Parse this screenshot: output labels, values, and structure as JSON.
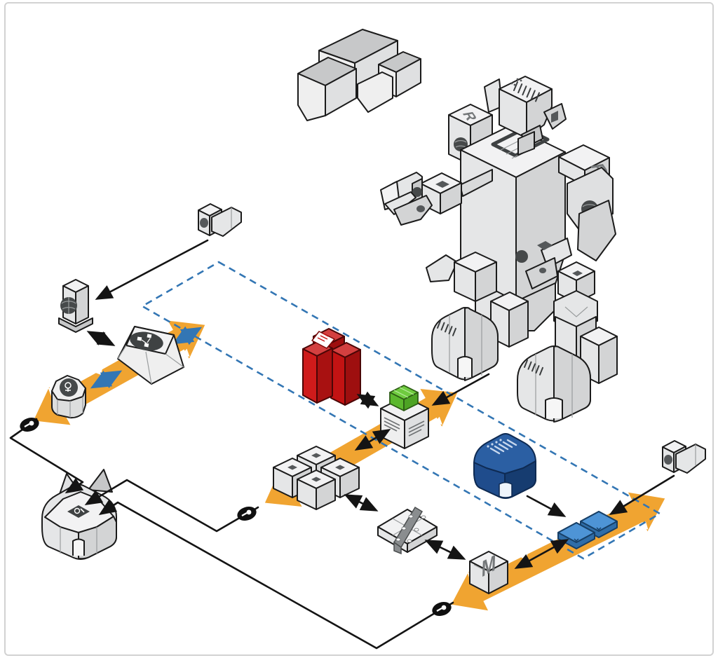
{
  "meta": {
    "type": "isometric-architecture-diagram",
    "background": "#ffffff"
  },
  "labels": {
    "shoulder_letter": "R",
    "m_block_letter": "M"
  },
  "palette": {
    "band_yellow": "#F0A431",
    "dashed_blue": "#3376B4",
    "block_red": "#C31313",
    "block_blue_dark": "#1F4C8C",
    "tile_blue": "#4E94D6",
    "box_green": "#6FCB3F",
    "metal_light": "#E5E6E7",
    "metal_mid": "#D3D4D5",
    "outline": "#1B1B1B"
  },
  "components": [
    "cloud",
    "giant-robot",
    "announcement-horn-left",
    "announcement-horn-right",
    "antenna-tower",
    "workflow-mound",
    "hex-nut-node",
    "red-registry-block",
    "green-package-server",
    "cube-cluster-2x2",
    "blue-cluster-block",
    "strapped-package",
    "blue-tile-pair",
    "m-letter-block",
    "open-clover-box",
    "key-node-1",
    "key-node-2",
    "key-node-3",
    "transfer-band-upper-left",
    "transfer-band-middle",
    "transfer-band-lower-right",
    "dashed-boundary"
  ]
}
